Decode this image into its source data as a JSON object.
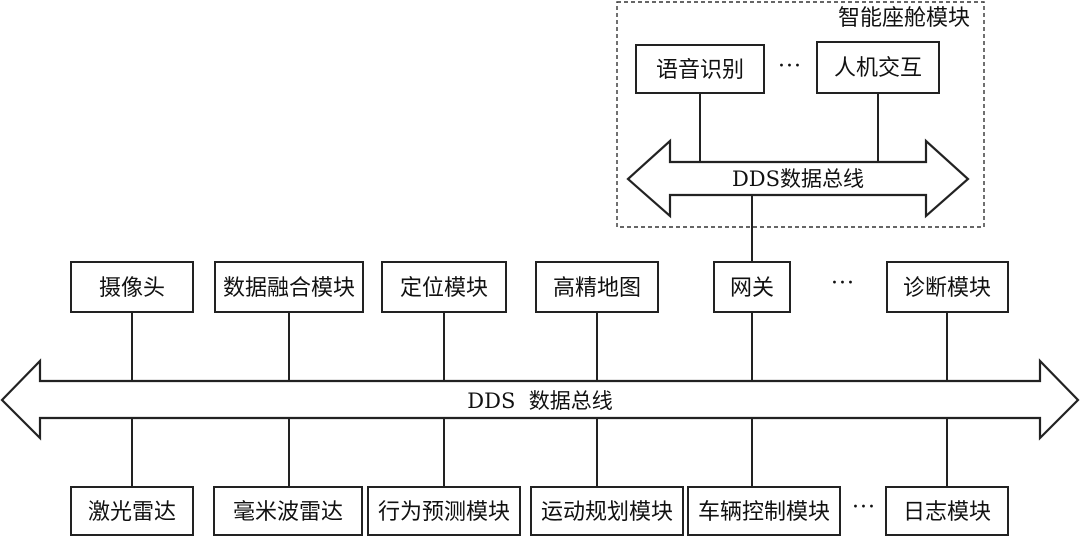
{
  "cockpit": {
    "title": "智能座舱模块",
    "modules": [
      "语音识别",
      "人机交互"
    ],
    "ellipsis": "···",
    "bus_label": "DDS数据总线"
  },
  "main_bus": {
    "label": "DDS  数据总线"
  },
  "top_modules": [
    "摄像头",
    "数据融合模块",
    "定位模块",
    "高精地图",
    "网关",
    "诊断模块"
  ],
  "top_ellipsis": "···",
  "bottom_modules": [
    "激光雷达",
    "毫米波雷达",
    "行为预测模块",
    "运动规划模块",
    "车辆控制模块",
    "日志模块"
  ],
  "bottom_ellipsis": "···"
}
